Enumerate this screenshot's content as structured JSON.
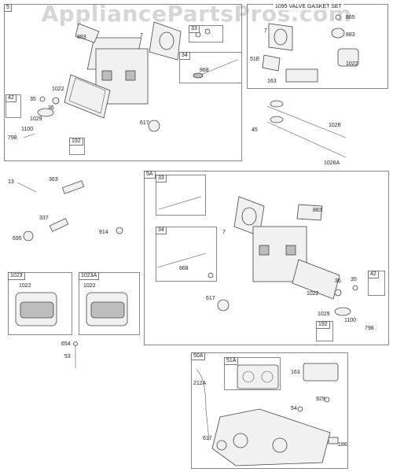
{
  "watermark": "AppliancePartsPros.com",
  "groups": {
    "g5": "5",
    "gasket_set": "1095 VALVE GASKET SET",
    "g5a": "5A",
    "g1023": "1023",
    "g1023a": "1023A",
    "g50a": "50A"
  },
  "sub_tags": {
    "s33": "33",
    "s34": "34",
    "s42": "42",
    "s192": "192",
    "s33b": "33",
    "s34b": "34",
    "s42b": "42",
    "s192b": "192",
    "s51a": "51A"
  },
  "labels": {
    "l883a": "883",
    "l7a": "7",
    "l868a": "868",
    "l1022a": "1022",
    "l35a": "35",
    "l36a": "36",
    "l1029a": "1029",
    "l1100a": "1100",
    "l798a": "798",
    "l617a": "617",
    "l7g": "7",
    "l865g": "865",
    "l883g": "883",
    "l51eg": "51E",
    "l1022g": "1022",
    "l163g": "163",
    "l45": "45",
    "l1026": "1026",
    "l1026a": "1026A",
    "l13": "13",
    "l363": "363",
    "l337": "337",
    "l914": "914",
    "l695": "695",
    "l883b": "883",
    "l7b": "7",
    "l868b": "868",
    "l617b": "617",
    "l1022b": "1022",
    "l36b": "36",
    "l35b": "35",
    "l1029b": "1029",
    "l1100b": "1100",
    "l798b": "798",
    "l1022c": "1022",
    "l1022d": "1022",
    "l654": "654",
    "l53": "53",
    "l212a": "212A",
    "l163b": "163",
    "l929": "929",
    "l54": "54",
    "l617c": "617",
    "l186": "186"
  }
}
